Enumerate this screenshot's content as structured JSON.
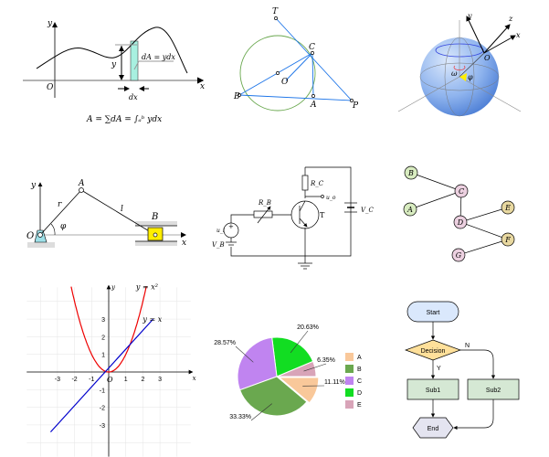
{
  "integral": {
    "y_axis": "y",
    "x_axis": "x",
    "origin": "O",
    "y_label": "y",
    "dA_label": "dA = ydx",
    "dx_label": "dx",
    "formula": "A = ∑dA = ∫ₐᵇ ydx"
  },
  "geometry": {
    "T": "T",
    "C": "C",
    "O": "O",
    "B": "B",
    "A": "A",
    "P": "P"
  },
  "sphere": {
    "y": "y",
    "z": "z",
    "x": "x",
    "O": "O",
    "omega": "ω",
    "phi": "φ"
  },
  "mechanism": {
    "y": "y",
    "x": "x",
    "O": "O",
    "A": "A",
    "B": "B",
    "r": "r",
    "l": "l",
    "phi": "φ"
  },
  "circuit": {
    "RB": "R_B",
    "RC": "R_C",
    "uo": "u_o",
    "ui": "u_i",
    "VB": "V_B",
    "VC": "V_C",
    "T": "T"
  },
  "graph": {
    "nodes": [
      "B",
      "C",
      "A",
      "E",
      "D",
      "F",
      "G"
    ]
  },
  "plot": {
    "y": "y",
    "x": "x",
    "origin": "O",
    "curve1": "y = x²",
    "curve2": "y = x",
    "xticks": [
      "-3",
      "-2",
      "-1",
      "1",
      "2",
      "3"
    ],
    "yticks": [
      "3",
      "2",
      "1",
      "-1",
      "-2",
      "-3"
    ]
  },
  "chart_data": {
    "type": "pie",
    "categories": [
      "A",
      "B",
      "C",
      "D",
      "E"
    ],
    "values": [
      11.11,
      33.33,
      28.57,
      20.63,
      6.35
    ],
    "labels": [
      "11.11%",
      "33.33%",
      "28.57%",
      "20.63%",
      "6.35%"
    ],
    "colors": [
      "#f9c89a",
      "#6aa84f",
      "#c084f0",
      "#12dd22",
      "#d8a4b8"
    ],
    "legend": "right"
  },
  "flowchart": {
    "start": "Start",
    "decision": "Decision",
    "sub1": "Sub1",
    "sub2": "Sub2",
    "end": "End",
    "yes": "Y",
    "no": "N"
  }
}
